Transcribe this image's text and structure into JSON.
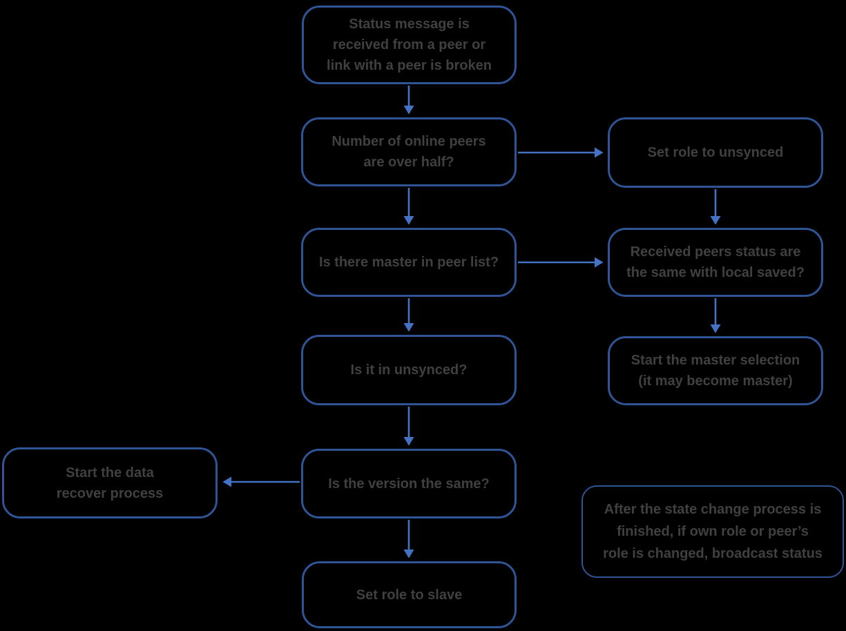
{
  "diagram": {
    "title": "peer role state-change flowchart",
    "colors": {
      "background": "#000000",
      "box_border": "#2f5597",
      "arrow": "#4472c4",
      "text": "#404040"
    },
    "nodes": [
      {
        "id": "start",
        "label": "Status message is\nreceived from a peer or\nlink with a peer is broken"
      },
      {
        "id": "peers-over-half",
        "label": "Number of online peers\nare over half?"
      },
      {
        "id": "set-role-unsynced",
        "label": "Set role to unsynced"
      },
      {
        "id": "master-in-list",
        "label": "Is there master in peer list?"
      },
      {
        "id": "status-same",
        "label": "Received peers status are\nthe same with local saved?"
      },
      {
        "id": "in-unsynced",
        "label": "Is it in unsynced?"
      },
      {
        "id": "master-selection",
        "label": "Start the master selection\n(it may become master)"
      },
      {
        "id": "version-same",
        "label": "Is the version the same?"
      },
      {
        "id": "data-recover",
        "label": "Start the data\nrecover process"
      },
      {
        "id": "set-role-slave",
        "label": "Set role to slave"
      },
      {
        "id": "note",
        "label": "After the state change process is\nfinished, if own role or peer’s\nrole is changed, broadcast status"
      }
    ],
    "edges": [
      {
        "from": "start",
        "to": "peers-over-half"
      },
      {
        "from": "peers-over-half",
        "to": "set-role-unsynced"
      },
      {
        "from": "peers-over-half",
        "to": "master-in-list"
      },
      {
        "from": "set-role-unsynced",
        "to": "status-same"
      },
      {
        "from": "master-in-list",
        "to": "status-same"
      },
      {
        "from": "master-in-list",
        "to": "in-unsynced"
      },
      {
        "from": "status-same",
        "to": "master-selection"
      },
      {
        "from": "in-unsynced",
        "to": "version-same"
      },
      {
        "from": "version-same",
        "to": "data-recover"
      },
      {
        "from": "version-same",
        "to": "set-role-slave"
      }
    ]
  }
}
